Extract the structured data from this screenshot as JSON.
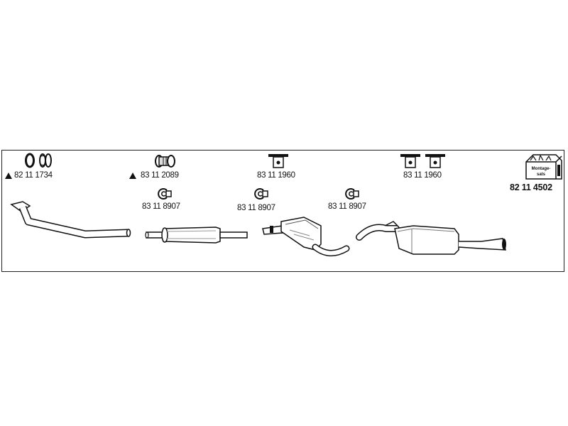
{
  "parts": {
    "gasket_label": "82 11 1734",
    "connector_label": "83 11 2089",
    "hanger_label_1": "83 11 1960",
    "hanger_label_2": "83 11 1960",
    "clamp_label_1": "83 11 8907",
    "clamp_label_2": "83 11 8907",
    "clamp_label_3": "83 11 8907",
    "kit_label": "82 11 4502",
    "kit_box_text_1": "Montage-",
    "kit_box_text_2": "sats"
  },
  "icons": [
    "gasket-icon",
    "warning-triangle-icon",
    "pipe-connector-icon",
    "rubber-hanger-icon",
    "clamp-icon",
    "mounting-kit-icon",
    "front-pipe-icon",
    "middle-silencer-icon",
    "center-silencer-icon",
    "rear-silencer-icon"
  ]
}
